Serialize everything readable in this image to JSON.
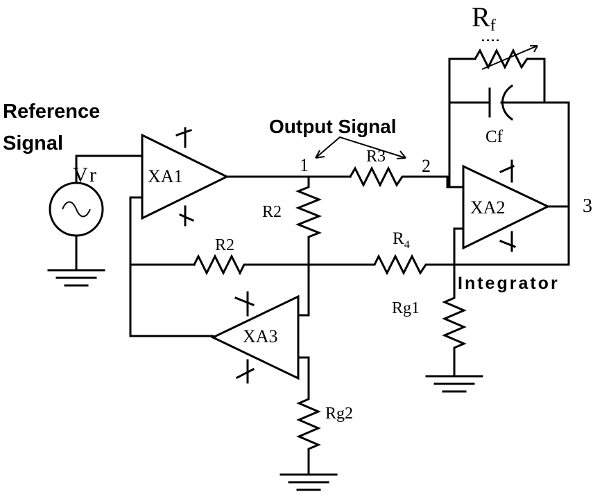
{
  "labels": {
    "reference_line1": "Reference",
    "reference_line2": "Signal",
    "source": "Vr",
    "output_signal": "Output  Signal",
    "xa1": "XA1",
    "xa2": "XA2",
    "xa3": "XA3",
    "r2_vertical": "R2",
    "r2_horizontal": "R2",
    "r3": "R3",
    "r4_main": "R",
    "r4_sub": "4",
    "rf_main": "R",
    "rf_sub": "f",
    "cf": "Cf",
    "rg1": "Rg1",
    "rg2": "Rg2",
    "integrator": "Integrator",
    "node1": "1",
    "node2": "2",
    "node3": "3"
  }
}
